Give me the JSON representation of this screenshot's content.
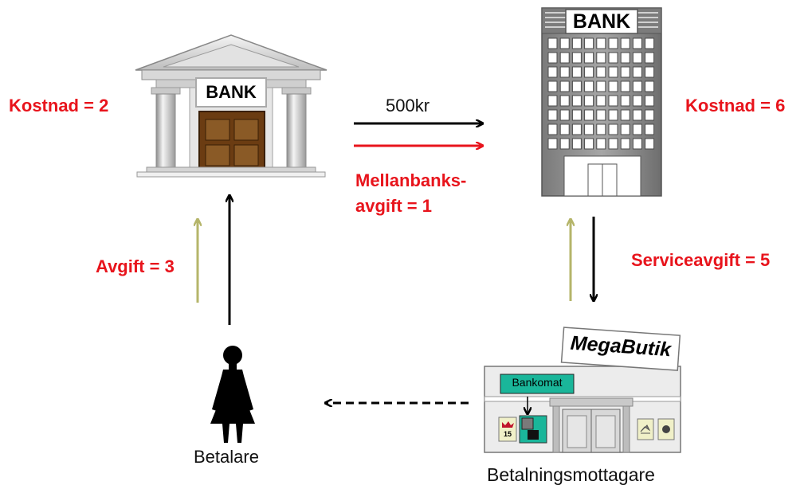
{
  "colors": {
    "fee": "#e8141c",
    "flow": "#000000",
    "cost_arrow": "#b5b56a",
    "shop_accent": "#1ab69a"
  },
  "bank_left": {
    "sign": "BANK",
    "cost_label": "Kostnad = 2"
  },
  "bank_right": {
    "sign": "BANK",
    "cost_label": "Kostnad = 6"
  },
  "transfer": {
    "amount": "500kr",
    "fee_line1": "Mellanbanks-",
    "fee_line2": "avgift = 1"
  },
  "payer": {
    "label": "Betalare",
    "fee_label": "Avgift = 3",
    "icon": "woman-figure-icon"
  },
  "merchant": {
    "label": "Betalningsmottagare",
    "store_sign": "MegaButik",
    "atm_label": "Bankomat",
    "poster_number": "15",
    "fee_label": "Serviceavgift = 5"
  }
}
